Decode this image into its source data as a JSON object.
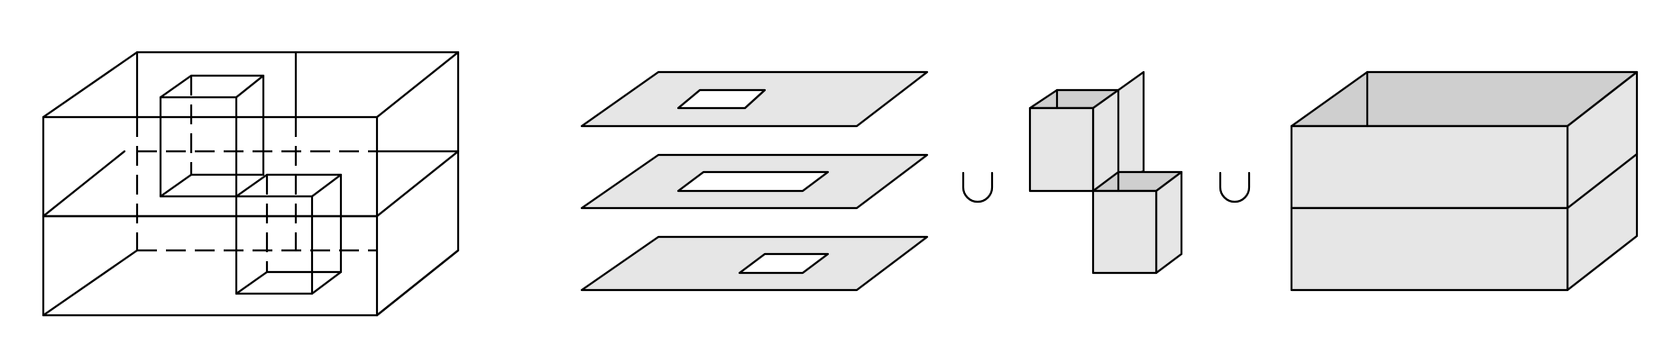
{
  "figure": {
    "operators": [
      "∪",
      "∪"
    ],
    "panels": [
      {
        "id": "composite-box",
        "description_name": "wireframe-box-with-inner-cube-paths"
      },
      {
        "id": "slabs",
        "count": 3
      },
      {
        "id": "cubes",
        "count": 2
      },
      {
        "id": "open-box"
      }
    ],
    "colors": {
      "fill_light": "#e6e6e6",
      "fill_mid": "#cfcfcf",
      "stroke": "#000000"
    }
  }
}
